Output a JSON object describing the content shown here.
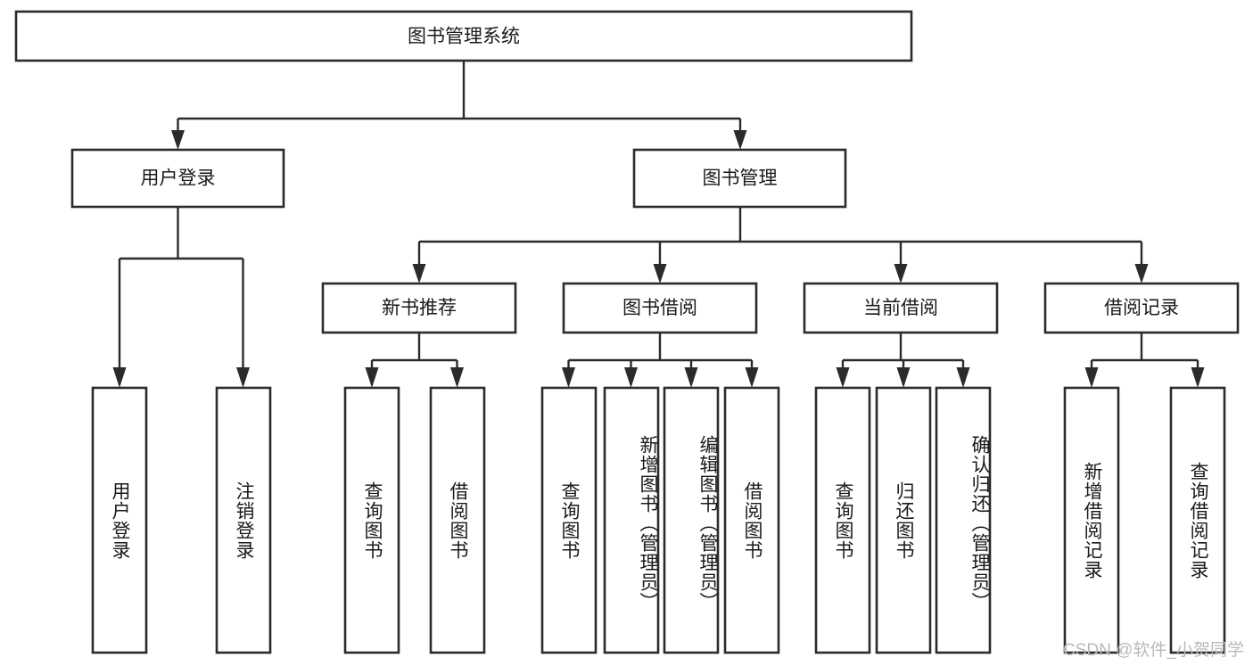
{
  "diagram": {
    "title": "图书管理系统",
    "type": "tree-hierarchy-chart",
    "root": {
      "label": "图书管理系统"
    },
    "level2": [
      {
        "label": "用户登录"
      },
      {
        "label": "图书管理"
      }
    ],
    "level3": [
      {
        "label": "新书推荐"
      },
      {
        "label": "图书借阅"
      },
      {
        "label": "当前借阅"
      },
      {
        "label": "借阅记录"
      }
    ],
    "leaves": {
      "user_login": [
        {
          "label": "用户登录"
        },
        {
          "label": "注销登录"
        }
      ],
      "new_book_recommend": [
        {
          "label": "查询图书"
        },
        {
          "label": "借阅图书"
        }
      ],
      "book_borrow": [
        {
          "label": "查询图书"
        },
        {
          "label": "新增图书（管理员）"
        },
        {
          "label": "编辑图书（管理员）"
        },
        {
          "label": "借阅图书"
        }
      ],
      "current_borrow": [
        {
          "label": "查询图书"
        },
        {
          "label": "归还图书"
        },
        {
          "label": "确认归还（管理员）"
        }
      ],
      "borrow_record": [
        {
          "label": "新增借阅记录"
        },
        {
          "label": "查询借阅记录"
        }
      ]
    }
  },
  "watermark": {
    "text": "CSDN @软件_小贺同学"
  },
  "colors": {
    "stroke": "#2b2b2b",
    "box_fill": "#ffffff",
    "text": "#1a1a1a",
    "watermark": "#b9b9b9",
    "background": "#ffffff"
  }
}
